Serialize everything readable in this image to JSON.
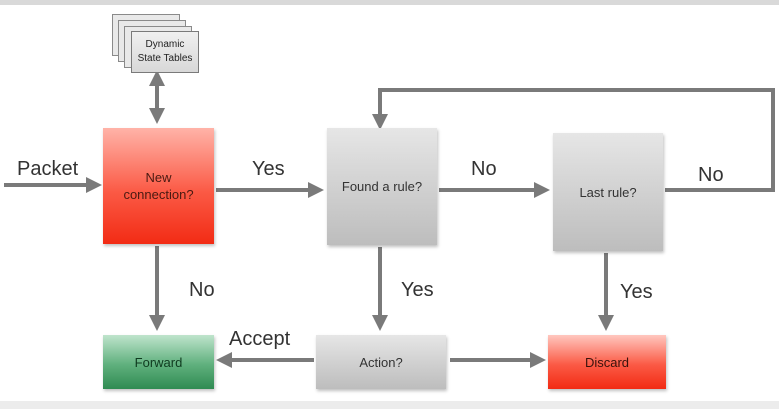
{
  "diagram": {
    "state_tables": "Dynamic\nState Tables",
    "nodes": {
      "new_connection": "New\nconnection?",
      "found_rule": "Found a rule?",
      "last_rule": "Last rule?",
      "forward": "Forward",
      "action": "Action?",
      "discard": "Discard"
    },
    "edges": {
      "packet": "Packet",
      "yes_new_to_found": "Yes",
      "no_found_to_last": "No",
      "no_last_loop": "No",
      "no_new_to_forward": "No",
      "yes_found_to_action": "Yes",
      "yes_last_to_discard": "Yes",
      "accept": "Accept"
    }
  },
  "colors": {
    "arrow": "#7a7a7a",
    "new_connection": "#f22b14",
    "forward": "#2f8b52",
    "discard": "#f22b14"
  }
}
